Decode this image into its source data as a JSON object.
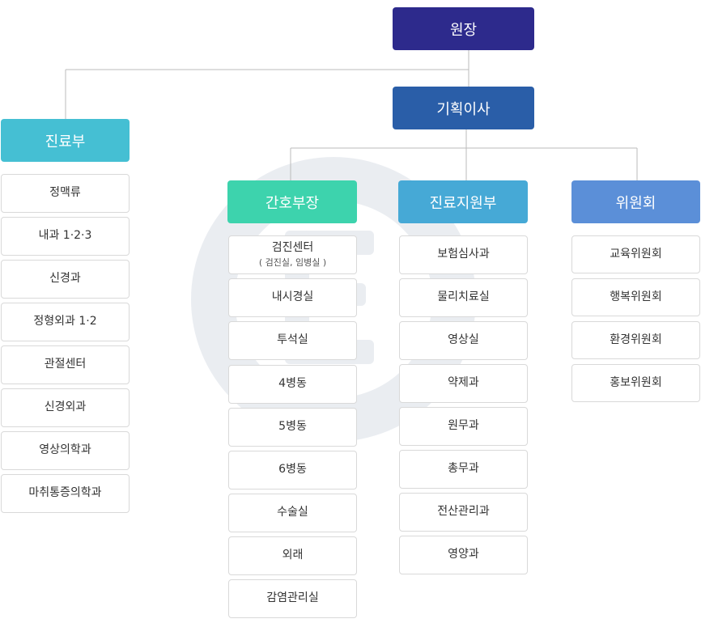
{
  "top": {
    "director": "원장",
    "planning_director": "기획이사"
  },
  "colors": {
    "director": "#2d2a8c",
    "planning": "#2a5ea8",
    "medical": "#45bfd3",
    "nursing": "#3dd3ad",
    "support": "#46a9d6",
    "committee": "#5b8fd8",
    "line": "#bbbbbb"
  },
  "columns": [
    {
      "head": "진료부",
      "items": [
        {
          "label": "정맥류"
        },
        {
          "label": "내과 1·2·3"
        },
        {
          "label": "신경과"
        },
        {
          "label": "정형외과 1·2"
        },
        {
          "label": "관절센터"
        },
        {
          "label": "신경외과"
        },
        {
          "label": "영상의학과"
        },
        {
          "label": "마취통증의학과"
        }
      ]
    },
    {
      "head": "간호부장",
      "items": [
        {
          "label": "검진센터",
          "sub": "( 검진실, 임병실 )"
        },
        {
          "label": "내시경실"
        },
        {
          "label": "투석실"
        },
        {
          "label": "4병동"
        },
        {
          "label": "5병동"
        },
        {
          "label": "6병동"
        },
        {
          "label": "수술실"
        },
        {
          "label": "외래"
        },
        {
          "label": "감염관리실"
        }
      ]
    },
    {
      "head": "진료지원부",
      "items": [
        {
          "label": "보험심사과"
        },
        {
          "label": "물리치료실"
        },
        {
          "label": "영상실"
        },
        {
          "label": "약제과"
        },
        {
          "label": "원무과"
        },
        {
          "label": "총무과"
        },
        {
          "label": "전산관리과"
        },
        {
          "label": "영양과"
        }
      ]
    },
    {
      "head": "위원회",
      "items": [
        {
          "label": "교육위원회"
        },
        {
          "label": "행복위원회"
        },
        {
          "label": "환경위원회"
        },
        {
          "label": "홍보위원회"
        }
      ]
    }
  ]
}
